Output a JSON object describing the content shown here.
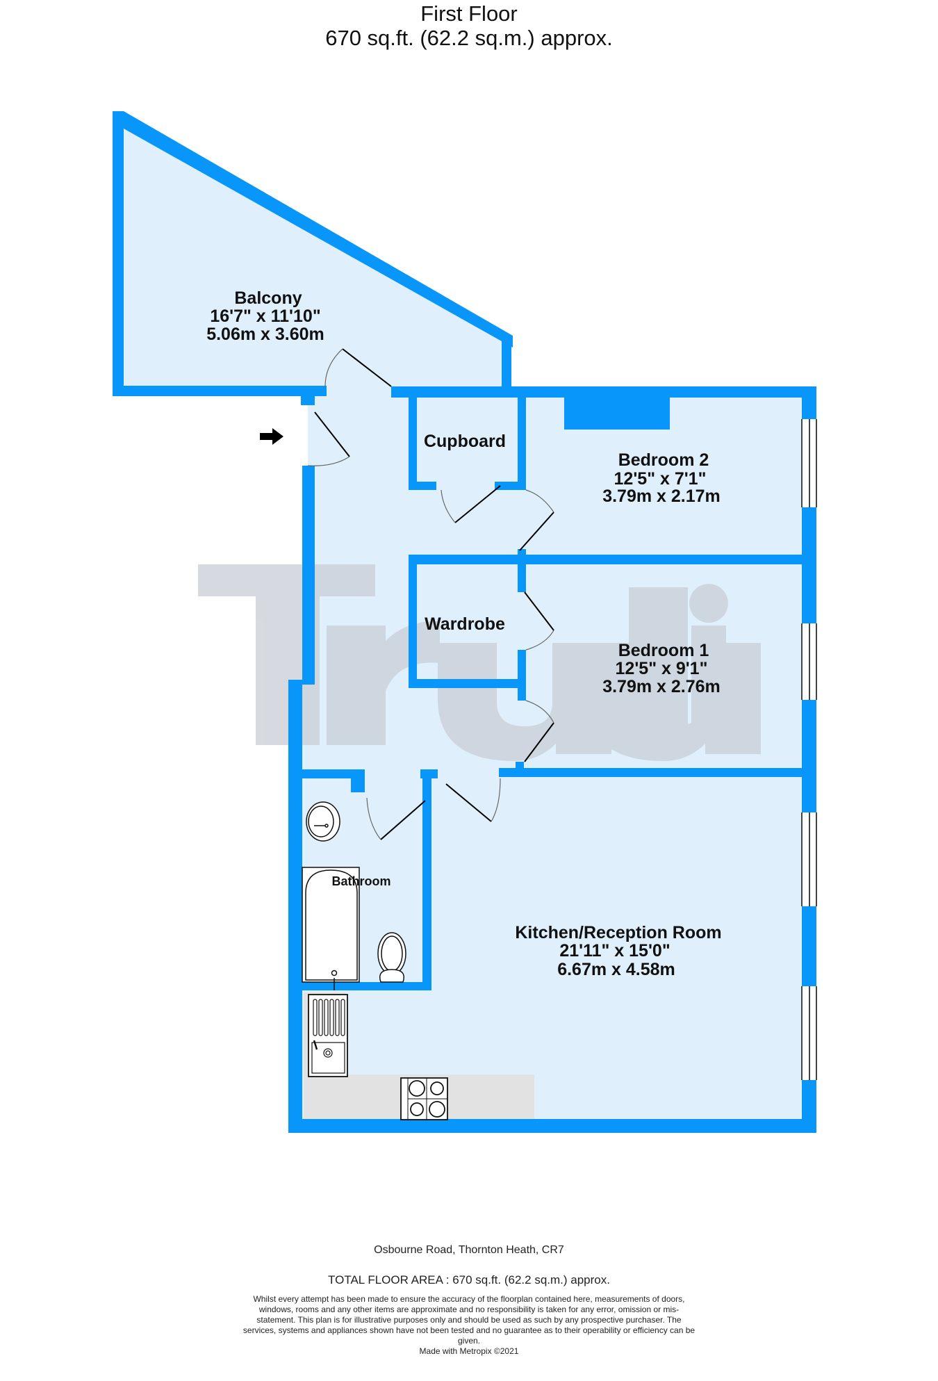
{
  "header": {
    "floor_title": "First Floor",
    "floor_area": "670 sq.ft. (62.2 sq.m.) approx."
  },
  "watermark": "Truuli",
  "colors": {
    "wall": "#0996FA",
    "floor": "#DFF0FC",
    "counter": "#E2E2E2",
    "watermark": "#D0D4DA"
  },
  "rooms": [
    {
      "name": "Balcony",
      "imperial": "16'7\"  x 11'10\"",
      "metric": "5.06m  x 3.60m"
    },
    {
      "name": "Cupboard"
    },
    {
      "name": "Bedroom 2",
      "imperial": "12'5\"  x 7'1\"",
      "metric": "3.79m  x 2.17m"
    },
    {
      "name": "Wardrobe"
    },
    {
      "name": "Bedroom 1",
      "imperial": "12'5\"  x 9'1\"",
      "metric": "3.79m  x 2.76m"
    },
    {
      "name": "Bathroom"
    },
    {
      "name": "Kitchen/Reception Room",
      "imperial": "21'11\"  x 15'0\"",
      "metric": "6.67m  x 4.58m"
    }
  ],
  "icons": {
    "entrance": "entrance-arrow-icon",
    "fixtures": [
      "washbasin-icon",
      "bathtub-icon",
      "toilet-icon",
      "kitchen-sink-icon",
      "hob-icon"
    ]
  },
  "footer": {
    "address": "Osbourne Road, Thornton Heath, CR7",
    "total_area": "TOTAL FLOOR AREA : 670 sq.ft. (62.2 sq.m.) approx.",
    "disclaimer": "Whilst every attempt has been made to ensure the accuracy of the floorplan contained here, measurements of doors, windows, rooms and any other items are approximate and no responsibility is taken for any error, omission or mis-statement. This plan is for illustrative purposes only and should be used as such by any prospective purchaser. The services, systems and appliances shown have not been tested and no guarantee as to their operability or efficiency can be given.",
    "made_with": "Made with Metropix ©2021"
  }
}
